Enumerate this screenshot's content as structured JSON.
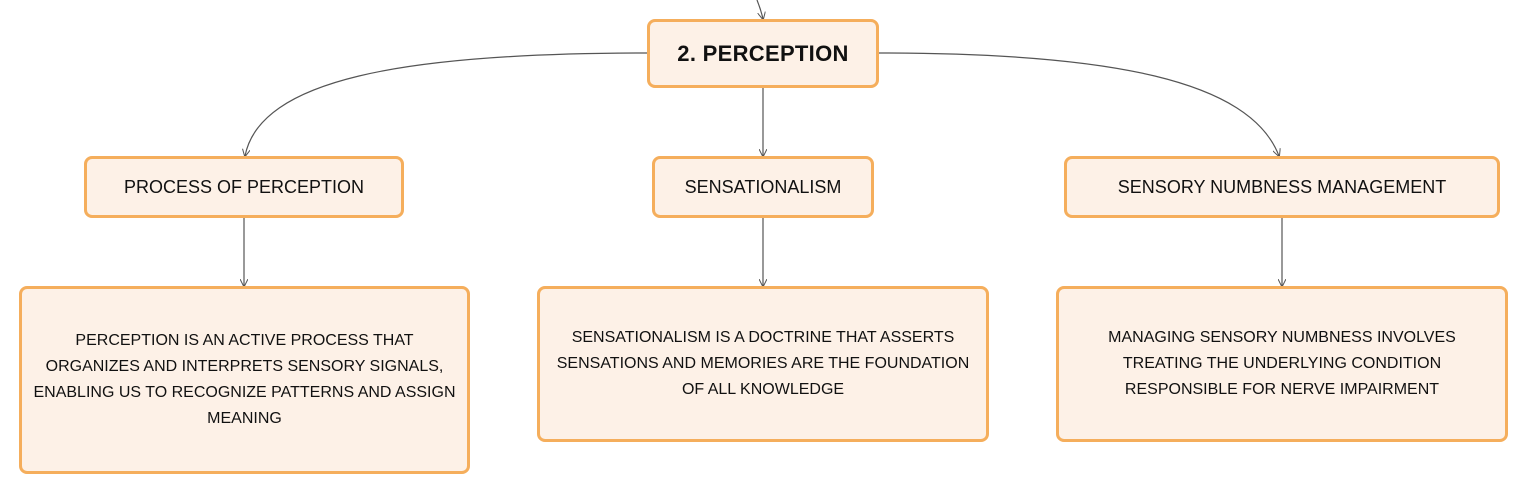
{
  "diagram": {
    "root": {
      "label": "2. PERCEPTION"
    },
    "branches": [
      {
        "label": "PROCESS OF PERCEPTION",
        "detail": "PERCEPTION IS AN ACTIVE PROCESS THAT ORGANIZES AND INTERPRETS SENSORY SIGNALS, ENABLING US TO RECOGNIZE PATTERNS AND ASSIGN MEANING"
      },
      {
        "label": "SENSATIONALISM",
        "detail": "SENSATIONALISM IS A DOCTRINE THAT ASSERTS SENSATIONS AND MEMORIES ARE THE FOUNDATION OF ALL KNOWLEDGE"
      },
      {
        "label": "SENSORY NUMBNESS MANAGEMENT",
        "detail": "MANAGING SENSORY NUMBNESS INVOLVES TREATING THE UNDERLYING CONDITION RESPONSIBLE FOR NERVE IMPAIRMENT"
      }
    ]
  },
  "colors": {
    "node_fill": "#fdf1e7",
    "node_border": "#f5ae5c",
    "connector": "#555555",
    "text": "#111111"
  }
}
